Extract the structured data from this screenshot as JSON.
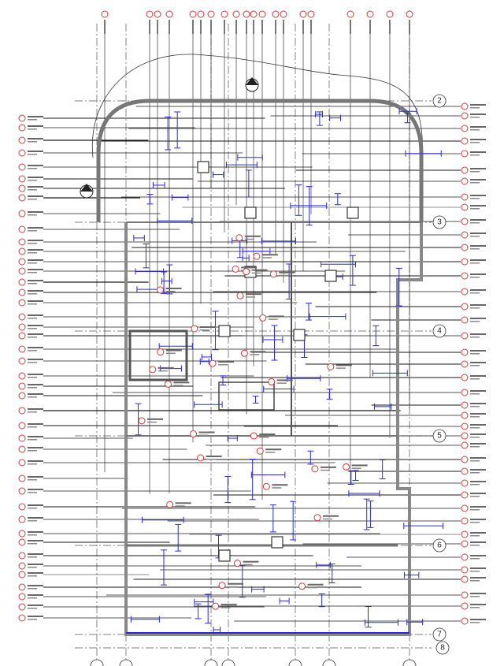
{
  "drawing": {
    "type": "architectural floor plan",
    "grid_labels": [
      "2",
      "3",
      "4",
      "5",
      "6",
      "7",
      "8"
    ],
    "colors": {
      "linework": "#1a1a1a",
      "dimensions": "#2a2ae0",
      "tags": "#d63a3a",
      "wall_fill": "#9a9a9a"
    }
  }
}
